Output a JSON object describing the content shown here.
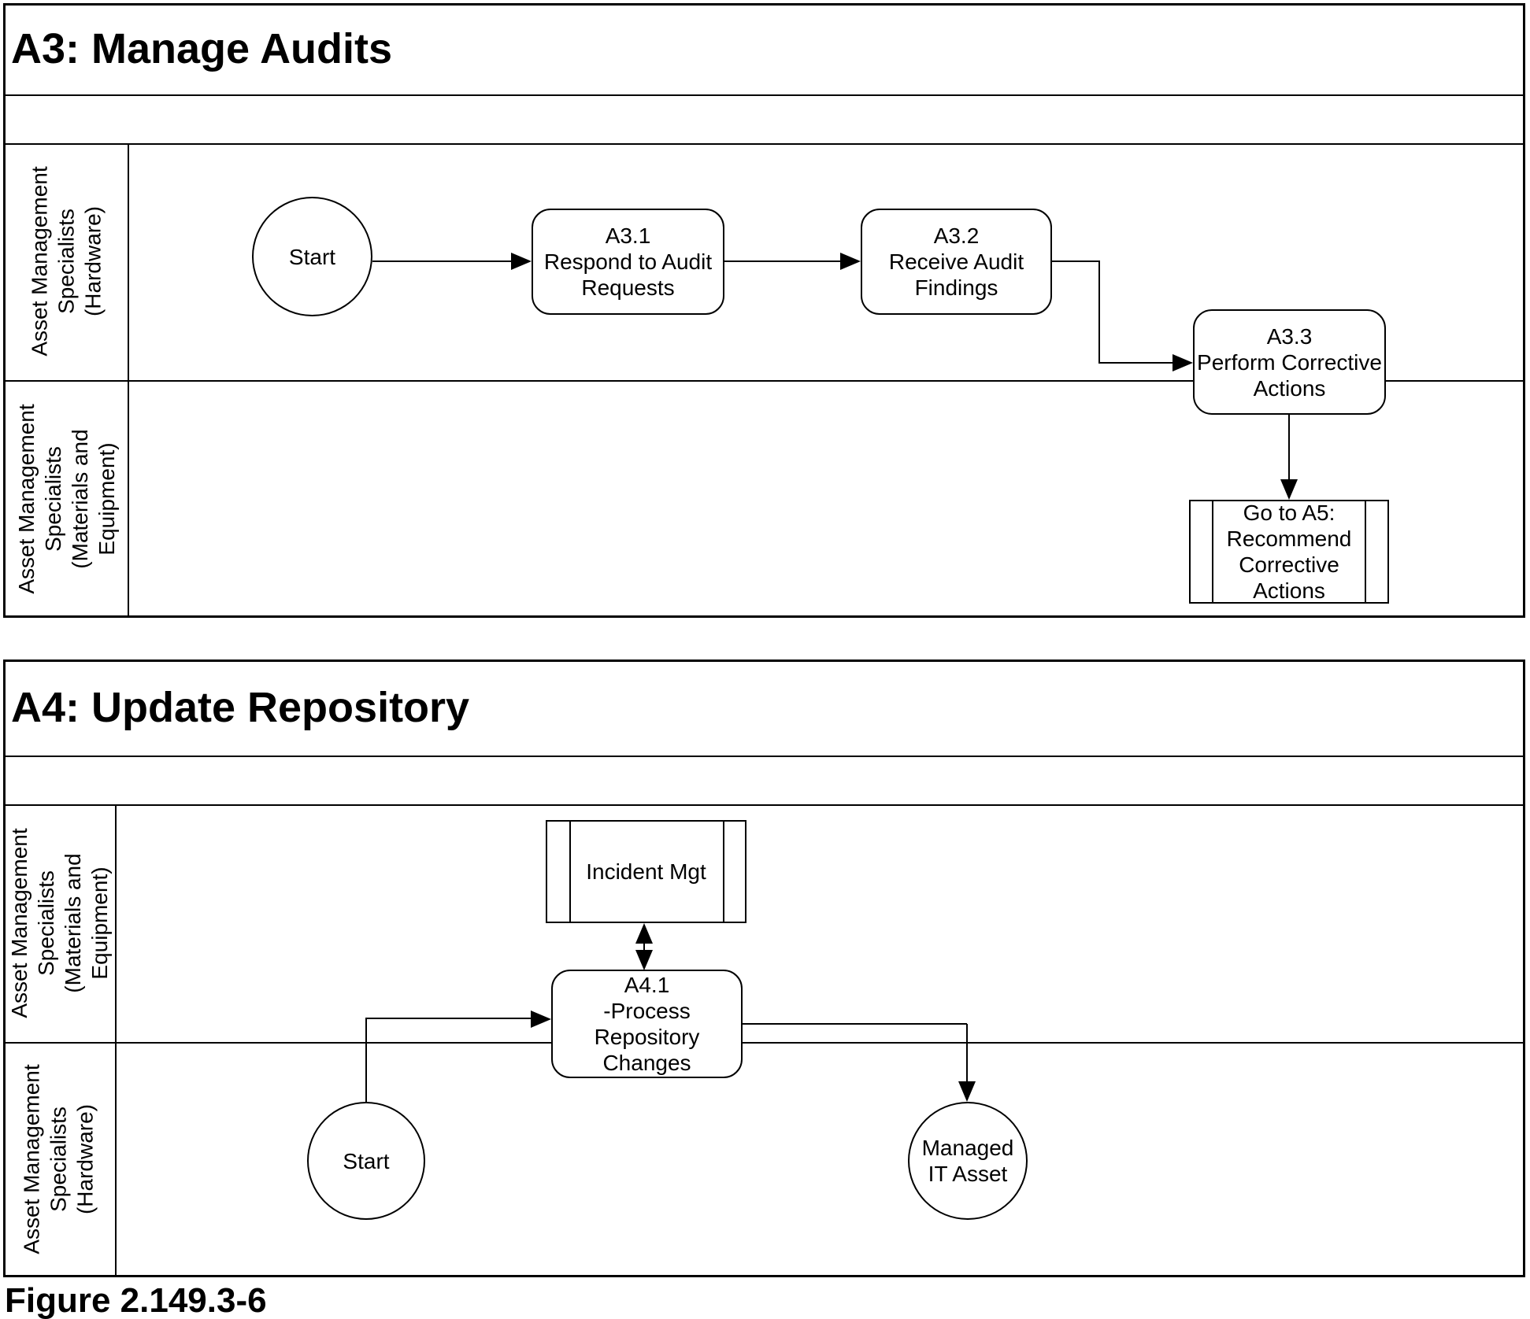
{
  "colors": {
    "ink": "#000000",
    "paper": "#ffffff"
  },
  "figure": {
    "caption": "Figure 2.149.3-6"
  },
  "diagrams": [
    {
      "title": "A3: Manage Audits",
      "lanes": [
        {
          "label": "Asset Management\nSpecialists\n(Hardware)"
        },
        {
          "label": "Asset Management\nSpecialists\n(Materials and\nEquipment)"
        }
      ],
      "nodes": {
        "start": "Start",
        "a3_1": "A3.1\nRespond to Audit\nRequests",
        "a3_2": "A3.2\nReceive Audit\nFindings",
        "a3_3": "A3.3\nPerform Corrective\nActions",
        "goto_a5": "Go to A5:\nRecommend\nCorrective\nActions"
      }
    },
    {
      "title": "A4: Update Repository",
      "lanes": [
        {
          "label": "Asset Management\nSpecialists\n(Materials and\nEquipment)"
        },
        {
          "label": "Asset Management\nSpecialists\n(Hardware)"
        }
      ],
      "nodes": {
        "incident_mgt": "Incident Mgt",
        "a4_1": "A4.1\n-Process\nRepository\nChanges",
        "start": "Start",
        "managed_it_asset": "Managed\nIT Asset"
      }
    }
  ]
}
